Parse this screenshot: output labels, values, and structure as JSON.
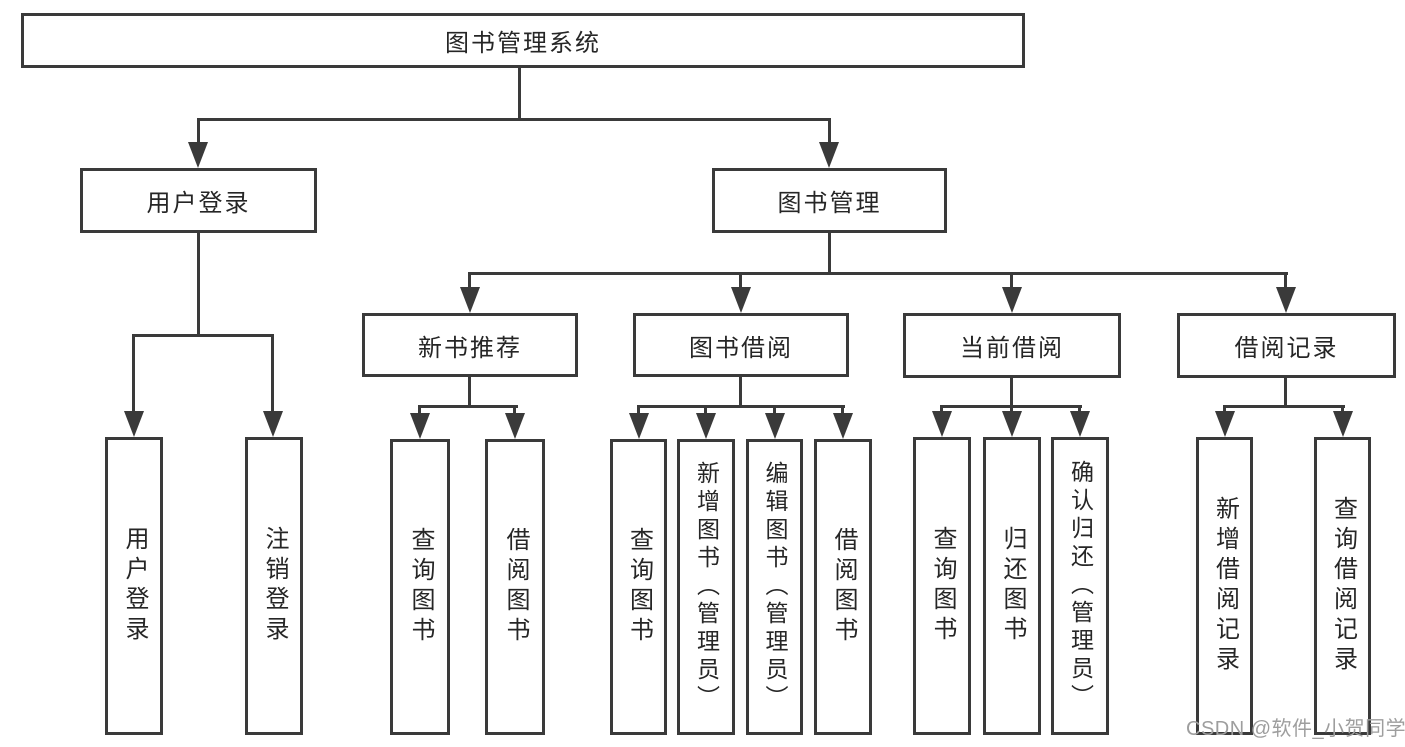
{
  "tree": {
    "root": {
      "label": "图书管理系统",
      "children": [
        {
          "label": "用户登录",
          "children": [
            {
              "label": "用户登录"
            },
            {
              "label": "注销登录"
            }
          ]
        },
        {
          "label": "图书管理",
          "children": [
            {
              "label": "新书推荐",
              "children": [
                {
                  "label": "查询图书"
                },
                {
                  "label": "借阅图书"
                }
              ]
            },
            {
              "label": "图书借阅",
              "children": [
                {
                  "label": "查询图书"
                },
                {
                  "label": "新增图书（管理员）"
                },
                {
                  "label": "编辑图书（管理员）"
                },
                {
                  "label": "借阅图书"
                }
              ]
            },
            {
              "label": "当前借阅",
              "children": [
                {
                  "label": "查询图书"
                },
                {
                  "label": "归还图书"
                },
                {
                  "label": "确认归还（管理员）"
                }
              ]
            },
            {
              "label": "借阅记录",
              "children": [
                {
                  "label": "新增借阅记录"
                },
                {
                  "label": "查询借阅记录"
                }
              ]
            }
          ]
        }
      ]
    }
  },
  "watermark": "CSDN @软件_小贺同学",
  "colors": {
    "line": "#3a3a3a",
    "text": "#262626",
    "background": "#ffffff",
    "watermark": "#9e9e9e"
  }
}
